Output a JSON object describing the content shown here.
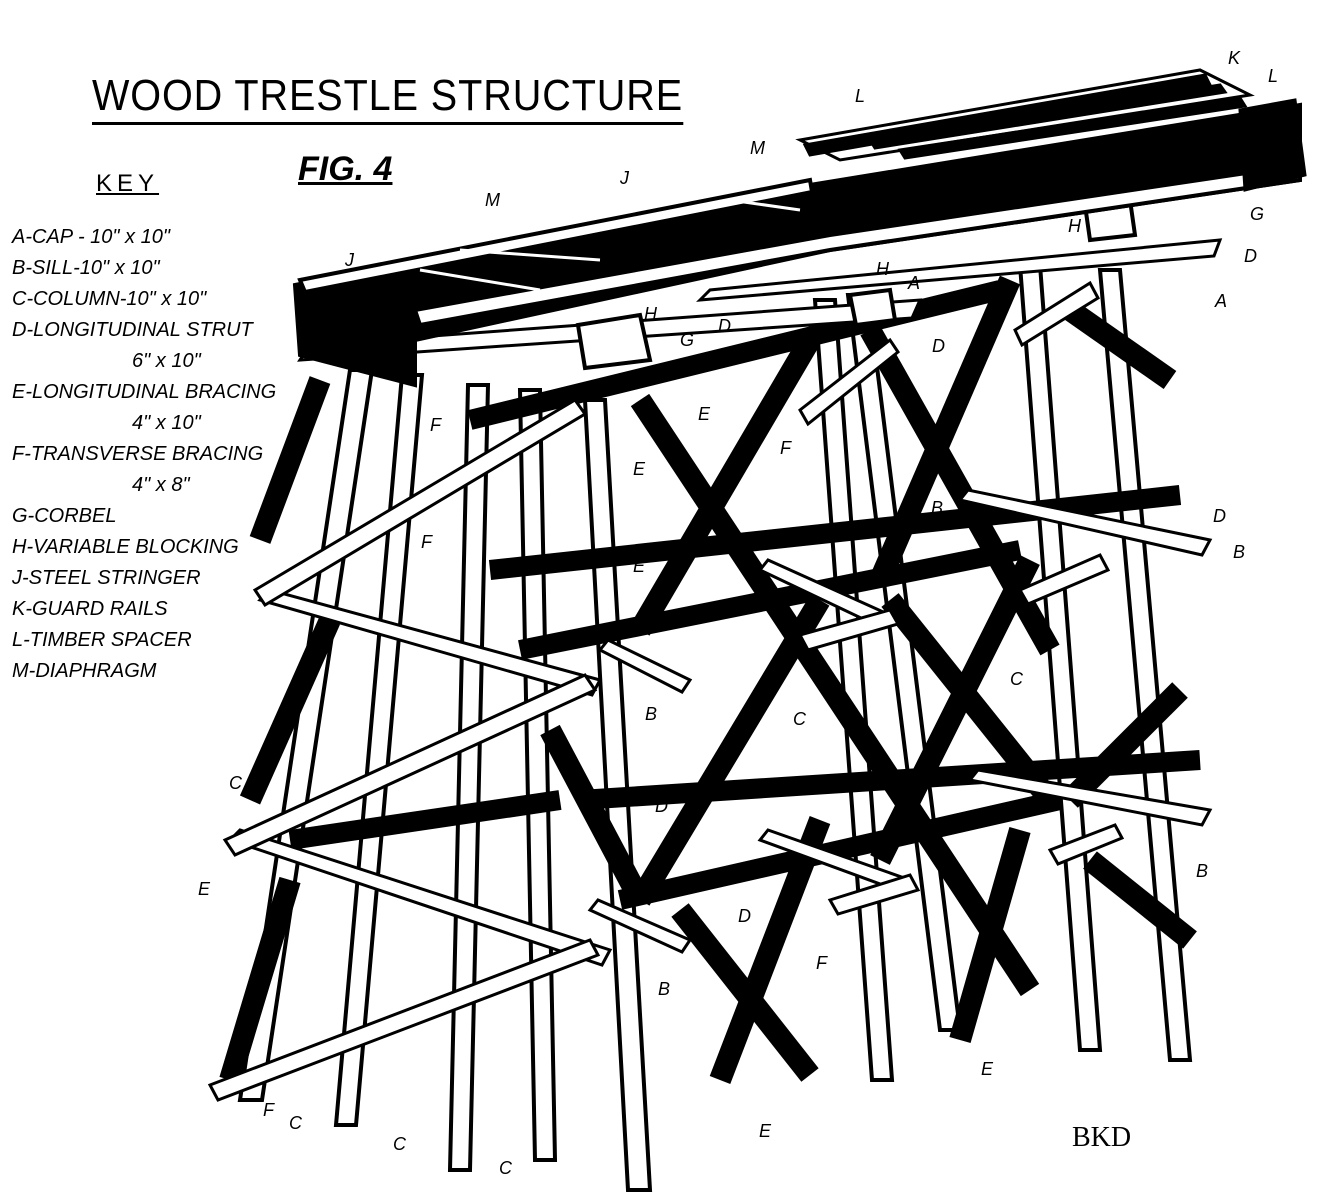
{
  "title": "WOOD TRESTLE STRUCTURE",
  "figure": "FIG. 4",
  "key": {
    "heading": "KEY",
    "items": [
      {
        "text": "A-CAP - 10\" x 10\""
      },
      {
        "text": "B-SILL-10\" x 10\""
      },
      {
        "text": "C-COLUMN-10\" x 10\""
      },
      {
        "text": "D-LONGITUDINAL STRUT",
        "sub": "6\" x 10\""
      },
      {
        "text": "E-LONGITUDINAL BRACING",
        "sub": "4\" x 10\""
      },
      {
        "text": "F-TRANSVERSE BRACING",
        "sub": "4\" x 8\""
      },
      {
        "text": "G-CORBEL"
      },
      {
        "text": "H-VARIABLE BLOCKING"
      },
      {
        "text": "J-STEEL STRINGER"
      },
      {
        "text": "K-GUARD RAILS"
      },
      {
        "text": "L-TIMBER SPACER"
      },
      {
        "text": "M-DIAPHRAGM"
      }
    ]
  },
  "callouts": {
    "A": "A",
    "B": "B",
    "C": "C",
    "D": "D",
    "E": "E",
    "F": "F",
    "G": "G",
    "H": "H",
    "J": "J",
    "K": "K",
    "L": "L",
    "M": "M"
  },
  "signature": "BKD",
  "colors": {
    "ink": "#000000",
    "paper": "#ffffff"
  }
}
